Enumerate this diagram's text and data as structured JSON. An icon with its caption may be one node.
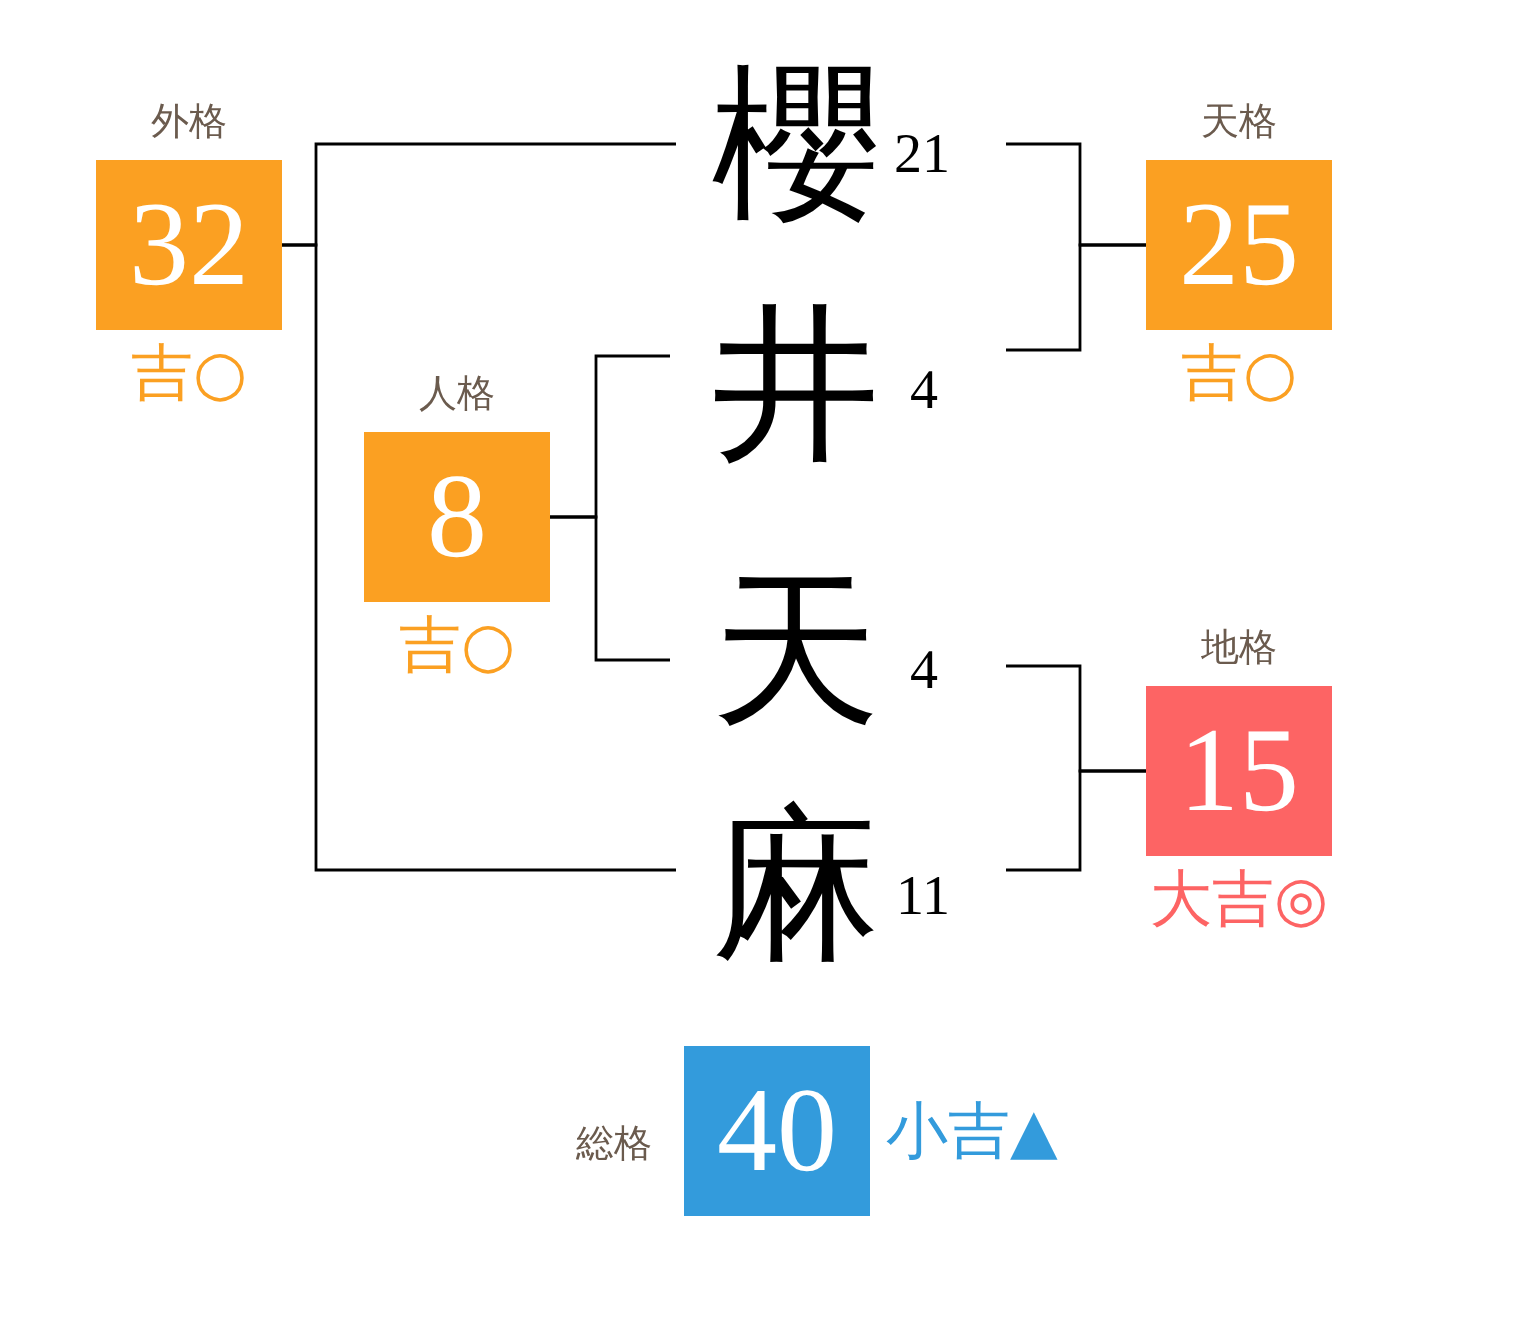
{
  "diagram": {
    "nodes": [
      {
        "text": [
          "外格",
          "32"
        ],
        "beside": [
          "吉○"
        ]
      },
      {
        "text": [
          "櫻"
        ],
        "beside": [
          "21"
        ]
      },
      {
        "text": [
          "天格",
          "25"
        ],
        "beside": [
          "吉○"
        ]
      },
      {
        "text": [
          "井"
        ],
        "beside": [
          "4"
        ]
      },
      {
        "text": [
          "人格",
          "8"
        ],
        "beside": [
          "吉○"
        ]
      },
      {
        "text": [
          "天"
        ],
        "beside": [
          "4"
        ]
      },
      {
        "text": [
          "地格",
          "15"
        ],
        "beside": [
          "大吉◎"
        ]
      },
      {
        "text": [
          "麻"
        ],
        "beside": [
          "11"
        ]
      },
      {
        "text": [
          "総格",
          "40"
        ],
        "beside": [
          "小吉▲"
        ]
      }
    ],
    "edges": [
      {
        "from": 1,
        "to": 0,
        "arrow": "none"
      },
      {
        "from": 7,
        "to": 0,
        "arrow": "none"
      },
      {
        "from": 1,
        "to": 2,
        "arrow": "none"
      },
      {
        "from": 3,
        "to": 2,
        "arrow": "none"
      },
      {
        "from": 3,
        "to": 4,
        "arrow": "none"
      },
      {
        "from": 5,
        "to": 4,
        "arrow": "none"
      },
      {
        "from": 5,
        "to": 6,
        "arrow": "none"
      },
      {
        "from": 7,
        "to": 6,
        "arrow": "none"
      }
    ]
  }
}
